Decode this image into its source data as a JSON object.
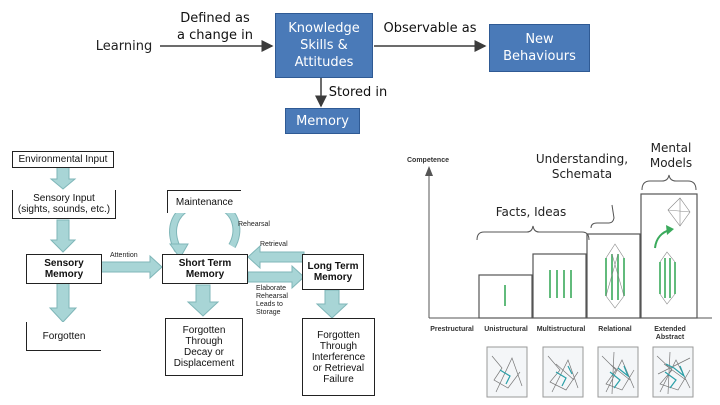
{
  "flow": {
    "learning": "Learning",
    "defined_as": "Defined as\na change in",
    "ksa": "Knowledge\nSkills &\nAttitudes",
    "observable_as": "Observable as",
    "new_behaviours": "New\nBehaviours",
    "stored_in": "Stored in",
    "memory": "Memory",
    "box_color": "#4a7ab8"
  },
  "memory_model": {
    "environmental_input": "Environmental Input",
    "sensory_input": "Sensory Input\n(sights, sounds, etc.)",
    "maintenance": "Maintenance",
    "rehearsal": "Rehearsal",
    "retrieval": "Retrieval",
    "attention": "Attention",
    "elaborate_rehearsal": "Elaborate\nRehearsal\nLeads to\nStorage",
    "sensory_memory": "Sensory\nMemory",
    "short_term_memory": "Short Term\nMemory",
    "long_term_memory": "Long Term\nMemory",
    "forgotten": "Forgotten",
    "forgotten_decay": "Forgotten\nThrough\nDecay or\nDisplacement",
    "forgotten_interference": "Forgotten\nThrough\nInterference\nor Retrieval\nFailure",
    "arrow_color": "#a8d5d6"
  },
  "solo_taxonomy": {
    "axis_label": "Competence",
    "levels": [
      "Prestructural",
      "Unistructural",
      "Multistructural",
      "Relational",
      "Extended\nAbstract"
    ],
    "facts_ideas": "Facts, Ideas",
    "understanding": "Understanding,\nSchemata",
    "mental_models": "Mental\nModels",
    "accent_color": "#3aaa5c"
  }
}
